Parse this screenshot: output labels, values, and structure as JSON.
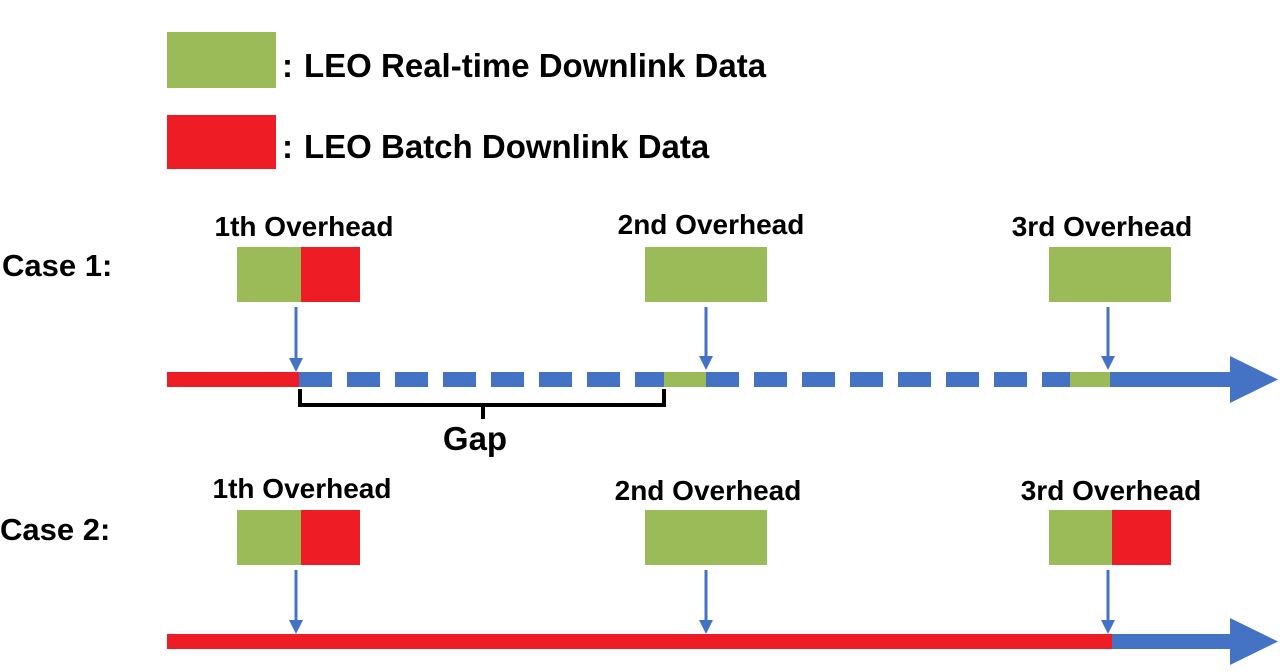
{
  "legend": {
    "items": [
      {
        "label": "LEO Real-time Downlink Data",
        "color": "#9bbb59"
      },
      {
        "label": "LEO Batch Downlink Data",
        "color": "#ee1c25"
      }
    ]
  },
  "colors": {
    "realtime": "#9bbb59",
    "batch": "#ee1c25",
    "timeline": "#4472c4",
    "bracket": "#000000"
  },
  "cases": [
    {
      "label": "Case 1:",
      "overheads": [
        {
          "label": "1th Overhead"
        },
        {
          "label": "2nd Overhead"
        },
        {
          "label": "3rd Overhead"
        }
      ],
      "gap_label": "Gap"
    },
    {
      "label": "Case 2:",
      "overheads": [
        {
          "label": "1th Overhead"
        },
        {
          "label": "2nd Overhead"
        },
        {
          "label": "3rd Overhead"
        }
      ]
    }
  ]
}
